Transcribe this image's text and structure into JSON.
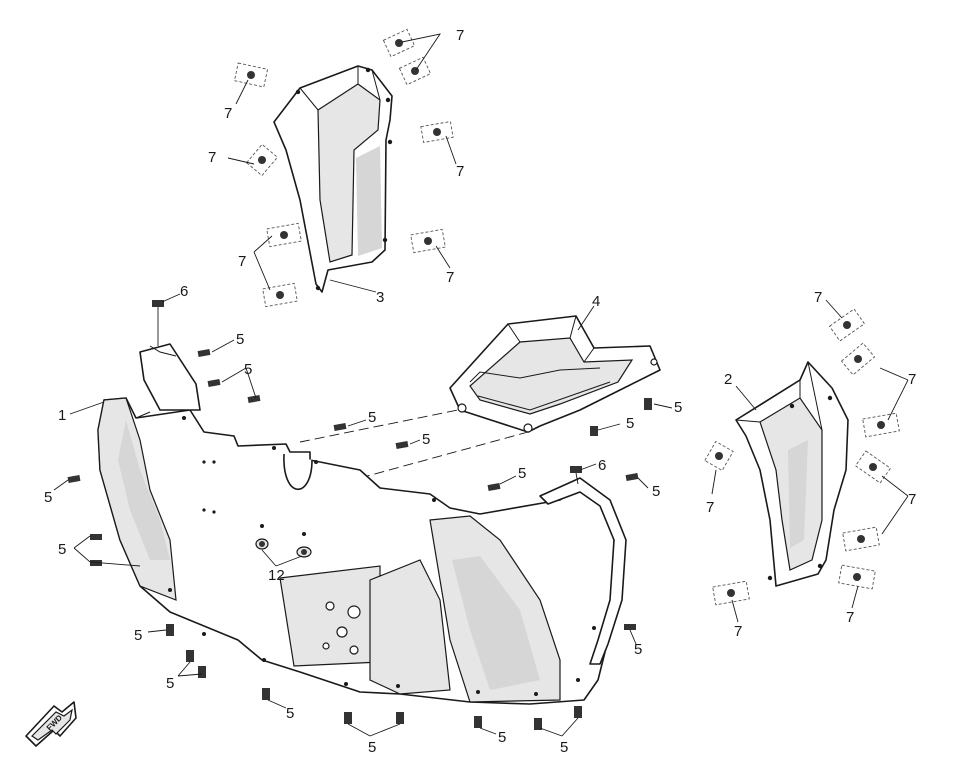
{
  "diagram": {
    "callouts": {
      "c1": "1",
      "c2": "2",
      "c3": "3",
      "c4": "4",
      "c6a": "6",
      "c6b": "6",
      "c12": "12",
      "c5": [
        "5",
        "5",
        "5",
        "5",
        "5",
        "5",
        "5",
        "5",
        "5",
        "5",
        "5",
        "5",
        "5",
        "5",
        "5",
        "5",
        "5"
      ],
      "c7": [
        "7",
        "7",
        "7",
        "7",
        "7",
        "7",
        "7",
        "7",
        "7",
        "7",
        "7",
        "7"
      ]
    },
    "fwd_label": "FWD"
  }
}
